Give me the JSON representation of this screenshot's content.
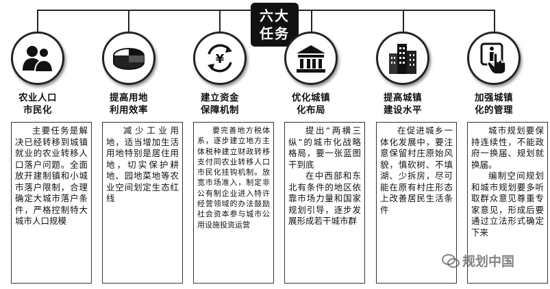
{
  "header": {
    "title_line1": "六大",
    "title_line2": "任务"
  },
  "tasks": [
    {
      "icon": "people-icon",
      "title_line1": "农业人口",
      "title_line2": "市民化",
      "paragraphs": [
        "主要任务是解决已经转移到城镇就业的农业转移人口落户问题。全面放开建制镇和小城市落户限制，合理确定大城市落户条件，严格控制特大城市人口规模"
      ]
    },
    {
      "icon": "land-chart-icon",
      "title_line1": "提高用地",
      "title_line2": "利用效率",
      "paragraphs": [
        "减少工业用地，适当增加生活用地特别是居住用地，切实保护耕地、园地菜地等农业空间划定生态红线"
      ]
    },
    {
      "icon": "money-cycle-icon",
      "title_line1": "建立资金",
      "title_line2": "保障机制",
      "paragraphs": [
        "要完善地方税体系，逐步建立地方主体税种建立财政转移支付同农业转移人口市民化挂钩机制。放宽市场准入，制定非公有制企业进入特许经营领域的办法鼓励社会资本参与城市公用设施投资运营"
      ]
    },
    {
      "icon": "building-icon",
      "title_line1": "优化城镇",
      "title_line2": "化布局",
      "paragraphs": [
        "提出“两横三纵”的城市化战略格局，要一张蓝图干到底",
        "在中西部和东北有条件的地区依靠市场力量和国家规划引导，逐步发展形成若干城市群"
      ]
    },
    {
      "icon": "city-skyline-icon",
      "title_line1": "提高城镇",
      "title_line2": "建设水平",
      "paragraphs": [
        "在促进城乡一体化发展中，要注意保留村庄原始风貌，慎砍树、不填湖、少拆房，尽可能在原有村庄形态上改善居民生活条件"
      ]
    },
    {
      "icon": "info-hand-icon",
      "title_line1": "加强城镇",
      "title_line2": "化的管理",
      "paragraphs": [
        "城市规划要保持连续性，不能政府一换届、规划就换届。",
        "编制空间规划和城市规划要多听取群众意见尊重专家意见，形成后要通过立法形式确定下来"
      ]
    }
  ],
  "watermark": {
    "text": "规划中国"
  }
}
